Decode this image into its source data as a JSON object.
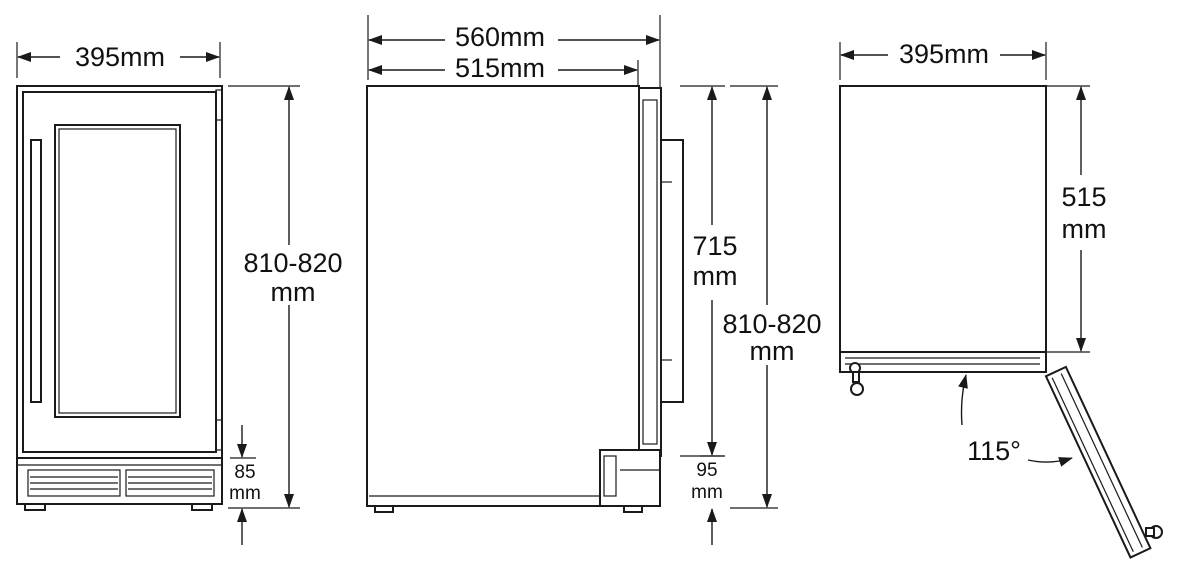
{
  "front_view": {
    "width_label": "395mm",
    "height_label_line1": "810-820",
    "height_label_line2": "mm",
    "base_label_line1": "85",
    "base_label_line2": "mm"
  },
  "side_view": {
    "depth_total_label": "560mm",
    "depth_body_label": "515mm",
    "door_height_line1": "715",
    "door_height_line2": "mm",
    "height_label_line1": "810-820",
    "height_label_line2": "mm",
    "base_label_line1": "95",
    "base_label_line2": "mm"
  },
  "top_view": {
    "width_label": "395mm",
    "depth_label_line1": "515",
    "depth_label_line2": "mm",
    "angle_label": "115°"
  }
}
